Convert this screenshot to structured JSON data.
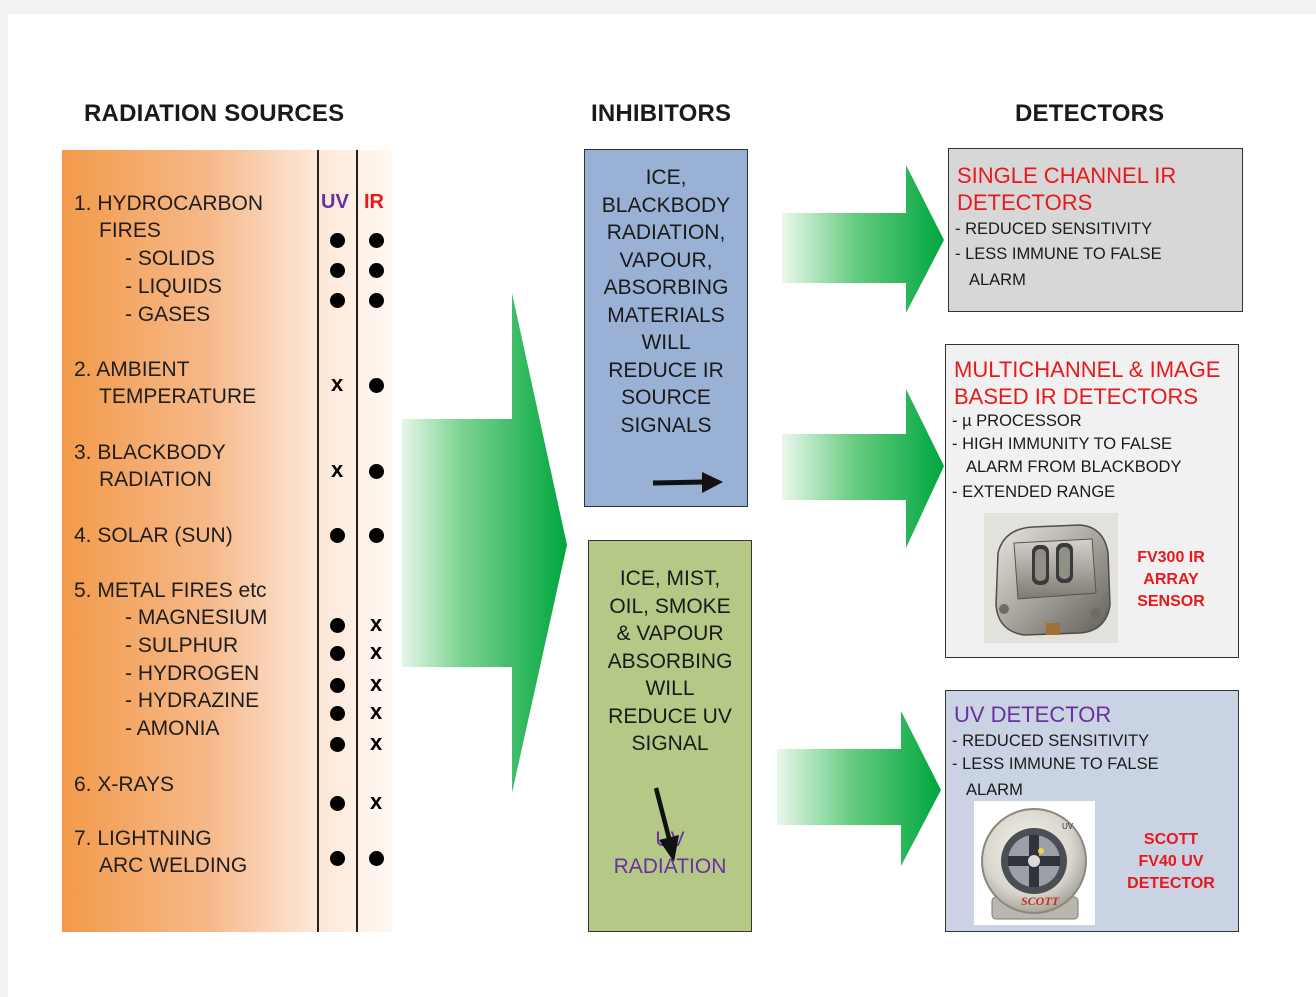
{
  "colors": {
    "red": "#e8191c",
    "purple": "#6b2fa0",
    "arrow_green": "#0aa840",
    "ir_inhibitor_fill": "#99b1d4",
    "uv_inhibitor_fill": "#b5c986"
  },
  "headings": {
    "sources": "RADIATION SOURCES",
    "inhibitors": "INHIBITORS",
    "detectors": "DETECTORS"
  },
  "columns": {
    "uv": "UV",
    "ir": "IR"
  },
  "sources": {
    "lines": [
      "1. HYDROCARBON",
      "FIRES",
      "- SOLIDS",
      "- LIQUIDS",
      "- GASES",
      "2. AMBIENT",
      "TEMPERATURE",
      "3. BLACKBODY",
      "RADIATION",
      "4. SOLAR (SUN)",
      "5. METAL FIRES etc",
      "- MAGNESIUM",
      "- SULPHUR",
      "- HYDROGEN",
      "- HYDRAZINE",
      "- AMONIA",
      "6. X-RAYS",
      "7. LIGHTNING",
      "ARC WELDING"
    ],
    "marks": [
      {
        "uv": "dot",
        "ir": "dot"
      },
      {
        "uv": "dot",
        "ir": "dot"
      },
      {
        "uv": "dot",
        "ir": "dot"
      },
      {
        "uv": "x",
        "ir": "dot"
      },
      {
        "uv": "x",
        "ir": "dot"
      },
      {
        "uv": "dot",
        "ir": "dot"
      },
      {
        "uv": "dot",
        "ir": "x"
      },
      {
        "uv": "dot",
        "ir": "x"
      },
      {
        "uv": "dot",
        "ir": "x"
      },
      {
        "uv": "dot",
        "ir": "x"
      },
      {
        "uv": "dot",
        "ir": "x"
      },
      {
        "uv": "dot",
        "ir": "x"
      },
      {
        "uv": "dot",
        "ir": "dot"
      }
    ],
    "cross_glyph": "x"
  },
  "inhibitors": {
    "ir": {
      "lines": [
        "ICE,",
        "BLACKBODY",
        "RADIATION,",
        "VAPOUR,",
        "ABSORBING",
        "MATERIALS",
        "WILL",
        "REDUCE IR",
        "SOURCE",
        "SIGNALS"
      ]
    },
    "uv": {
      "lines": [
        "ICE, MIST,",
        "OIL, SMOKE",
        "& VAPOUR",
        "ABSORBING",
        "WILL",
        "REDUCE UV",
        "SIGNAL"
      ],
      "output_lines": [
        "UV",
        "RADIATION"
      ]
    }
  },
  "detectors": {
    "single_ir": {
      "title_lines": [
        "SINGLE CHANNEL IR",
        "DETECTORS"
      ],
      "features": [
        "- REDUCED SENSITIVITY",
        "- LESS IMMUNE TO FALSE",
        "ALARM"
      ]
    },
    "multi_ir": {
      "title_lines": [
        "MULTICHANNEL & IMAGE",
        "BASED IR DETECTORS"
      ],
      "features": [
        "- µ PROCESSOR",
        "- HIGH IMMUNITY TO FALSE",
        "ALARM FROM BLACKBODY",
        "- EXTENDED RANGE"
      ],
      "caption_lines": [
        "FV300 IR",
        "ARRAY",
        "SENSOR"
      ]
    },
    "uv": {
      "title_lines": [
        "UV DETECTOR"
      ],
      "features": [
        "- REDUCED SENSITIVITY",
        "- LESS IMMUNE TO  FALSE",
        "ALARM"
      ],
      "caption_lines": [
        "SCOTT",
        "FV40 UV",
        "DETECTOR"
      ],
      "device_labels": {
        "brand": "SCOTT",
        "band": "UV"
      }
    }
  }
}
